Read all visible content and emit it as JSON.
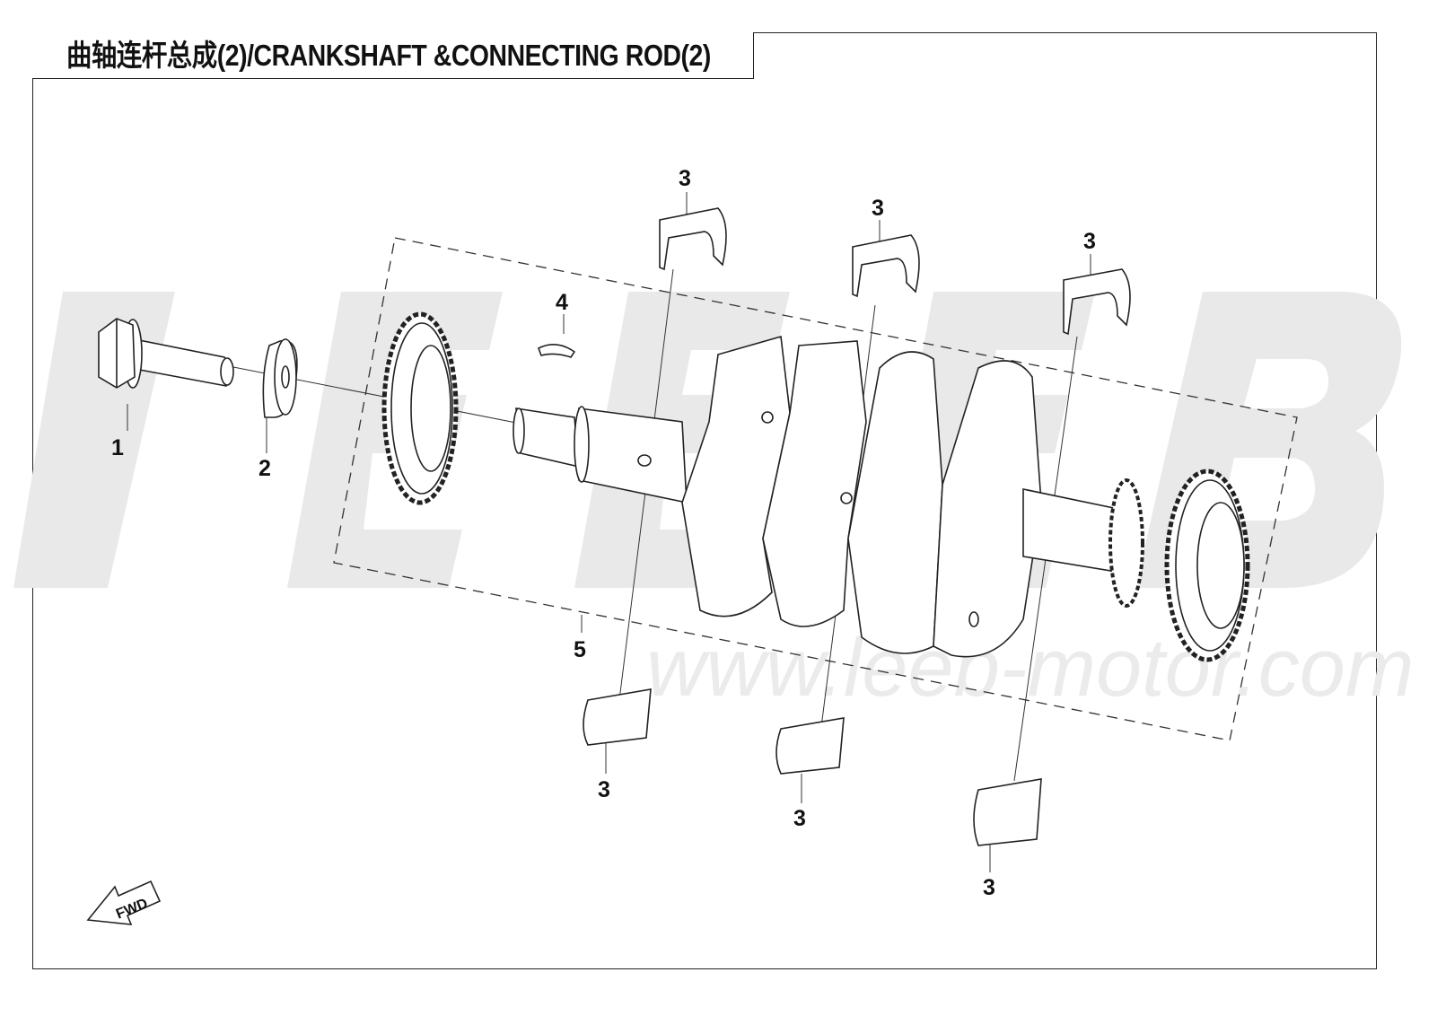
{
  "title": "曲轴连杆总成(2)/CRANKSHAFT &CONNECTING ROD(2)",
  "watermark": {
    "logo": "LEEB",
    "url": "www.leeb-motor.com"
  },
  "callouts": {
    "bolt": "1",
    "washer": "2",
    "bearing_upper_1": "3",
    "bearing_upper_2": "3",
    "bearing_upper_3": "3",
    "bearing_lower_1": "3",
    "bearing_lower_2": "3",
    "bearing_lower_3": "3",
    "key": "4",
    "crankshaft_assembly": "5"
  },
  "fwd_label": "FWD"
}
